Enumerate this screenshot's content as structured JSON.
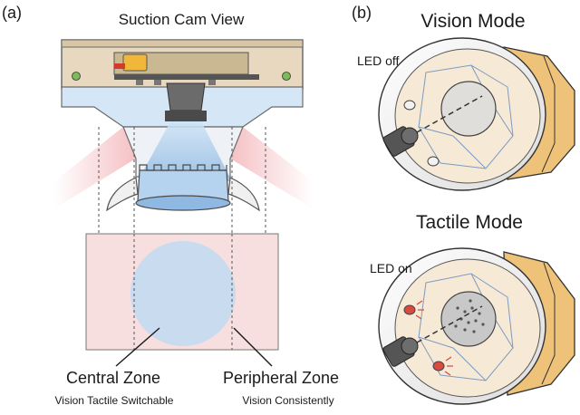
{
  "panel_a": {
    "tag": "(a)",
    "title": "Suction Cam View",
    "central_zone": "Central Zone",
    "central_zone_sub": "Vision Tactile Switchable",
    "peripheral_zone": "Peripheral Zone",
    "peripheral_zone_sub": "Vision Consistently"
  },
  "panel_b": {
    "tag": "(b)",
    "vision_mode": "Vision Mode",
    "led_off": "LED off",
    "tactile_mode": "Tactile Mode",
    "led_on": "LED on"
  },
  "colors": {
    "peripheral_pink": "#f7dfe0",
    "central_blue": "#c9dbef",
    "housing_tan": "#e7d8bf",
    "gripper_orange": "#efc27a",
    "led_red": "#d94a3f"
  }
}
